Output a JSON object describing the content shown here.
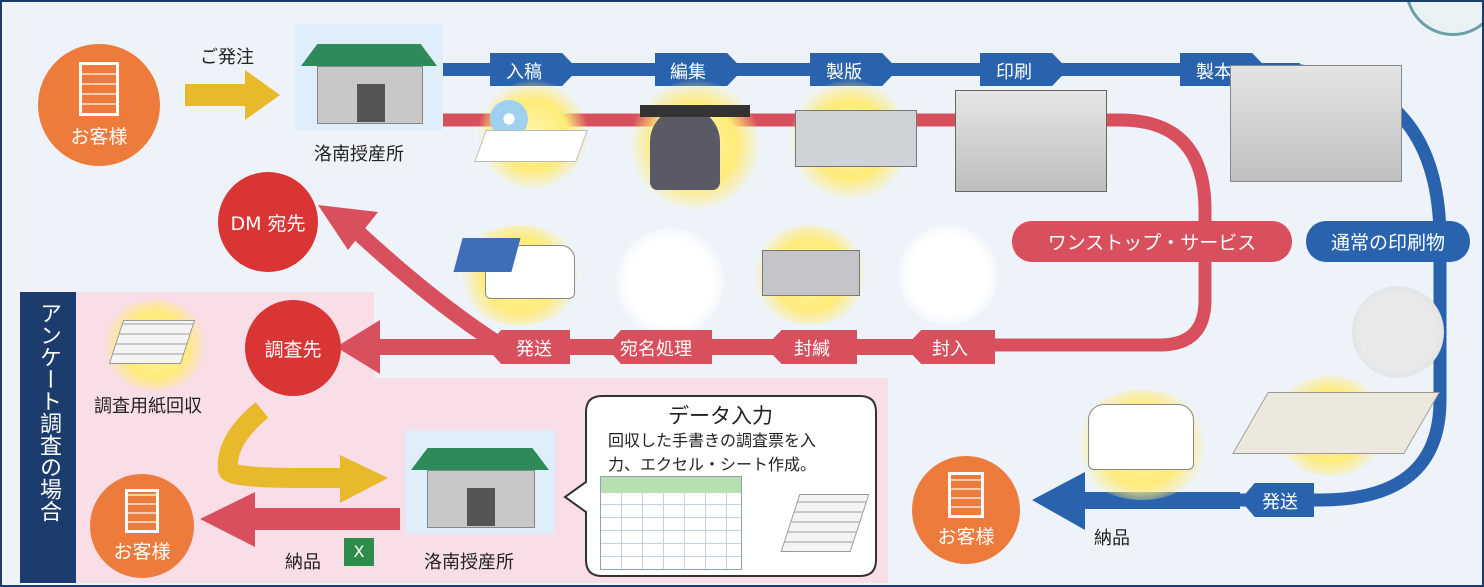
{
  "customer_label": "お客様",
  "order_label": "ご発注",
  "factory_label": "洛南授産所",
  "process_steps": [
    "入稿",
    "編集",
    "製版",
    "印刷",
    "製本"
  ],
  "dm_label": "DM 宛先",
  "onestop_label": "ワンストップ・サービス",
  "normal_print_label": "通常の印刷物",
  "mail_steps": [
    "発送",
    "宛名処理",
    "封緘",
    "封入"
  ],
  "survey_target_label": "調査先",
  "survey_recovery_label": "調査用紙回収",
  "survey_case_label": "アンケート調査の場合",
  "data_entry": {
    "title": "データ入力",
    "desc_line1": "回収した手書きの調査票を入",
    "desc_line2": "力、エクセル・シート作成。"
  },
  "delivery_label": "納品",
  "shipping_label": "発送",
  "colors": {
    "blue": "#2a63ad",
    "red": "#d8505e",
    "orange": "#ec7b3c",
    "navy": "#1d3c6e",
    "pink": "#f9dde7",
    "yellow": "#e9b92c"
  }
}
